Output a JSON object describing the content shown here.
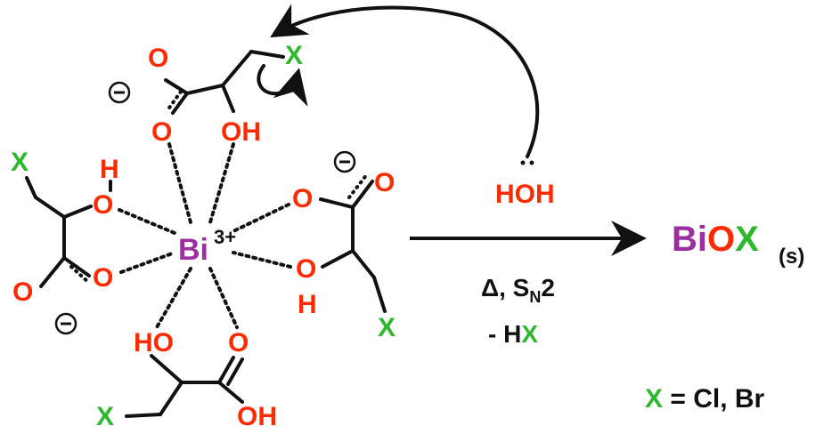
{
  "colors": {
    "oxygen": "#ff2a00",
    "halogen": "#2db82d",
    "bismuth": "#9b2fa0",
    "bond": "#111111"
  },
  "atoms": {
    "x": "X",
    "o": "O",
    "oh": "OH",
    "ho": "HO",
    "h": "H",
    "bi": "Bi",
    "bi_charge": "3+",
    "charge_minus": "−",
    "water": "HOH"
  },
  "product": {
    "bi": "Bi",
    "o": "O",
    "x": "X",
    "state": "(s)"
  },
  "conditions": {
    "delta": "Δ, S",
    "sub_n": "N",
    "two": "2",
    "minus_h": "- H",
    "x": "X"
  },
  "legend": {
    "x": "X",
    "text": " = Cl, Br"
  }
}
